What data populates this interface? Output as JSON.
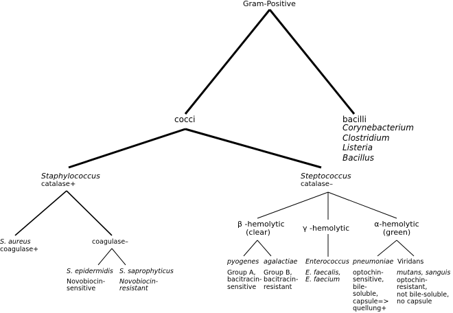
{
  "root": {
    "label": "Gram-Positive"
  },
  "cocci": {
    "label": "cocci"
  },
  "bacilli": {
    "label": "bacilli",
    "examples": [
      "Corynebacterium",
      "Clostridium",
      "Listeria",
      "Bacillus"
    ]
  },
  "staph": {
    "name": "Staphylococcus",
    "test": "catalase+"
  },
  "strep": {
    "name": "Steptococcus",
    "test": "catalase–"
  },
  "s_aureus": {
    "name": "S. aureus",
    "test": "coagulase+"
  },
  "coag_neg": {
    "label": "coagulase–"
  },
  "s_epidermidis": {
    "name": "S. epidermidis",
    "note": "Novobiocin-\nsensitive"
  },
  "s_saprophyticus": {
    "name": "S. saprophyticus",
    "note": "Novobiocin-\nresistant"
  },
  "beta": {
    "label": "β -hemolytic\n(clear)"
  },
  "gamma": {
    "label": "γ -hemolytic"
  },
  "alpha": {
    "label": "α-hemolytic\n(green)"
  },
  "pyogenes": {
    "name": "pyogenes",
    "note": "Group A,\nbacitracin-\nsensitive"
  },
  "agalactiae": {
    "name": "agalactiae",
    "note": "Group B,\nbacitracin-\nresistant"
  },
  "enterococcus": {
    "name": "Enterococcus",
    "species": "E. faecalis,\nE. faecium"
  },
  "pneumoniae": {
    "name": "pneumoniae",
    "note": "optochin-\nsensitive,\nbile-\nsoluble,\ncapsule=>\nquellung+"
  },
  "viridans": {
    "name": "Viridans",
    "species": "mutans, sanguis",
    "note": "optochin-\nresistant,\nnot bile-soluble,\nno capsule"
  }
}
